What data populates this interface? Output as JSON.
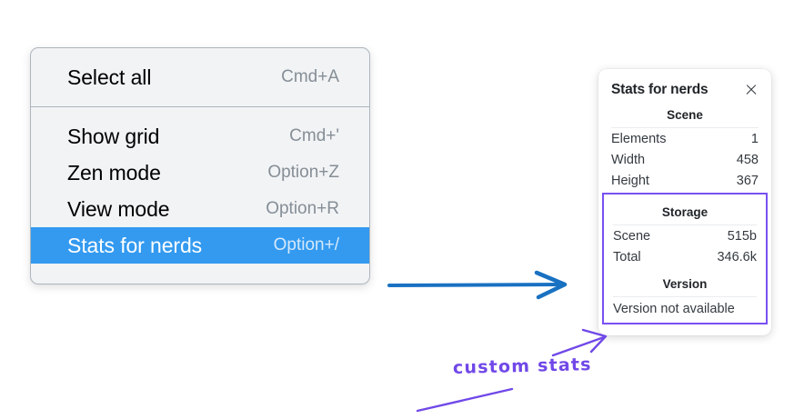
{
  "menu": {
    "sections": [
      {
        "items": [
          {
            "label": "Select all",
            "shortcut": "Cmd+A",
            "selected": false
          }
        ]
      },
      {
        "items": [
          {
            "label": "Show grid",
            "shortcut": "Cmd+'",
            "selected": false
          },
          {
            "label": "Zen mode",
            "shortcut": "Option+Z",
            "selected": false
          },
          {
            "label": "View mode",
            "shortcut": "Option+R",
            "selected": false
          },
          {
            "label": "Stats for nerds",
            "shortcut": "Option+/",
            "selected": true
          }
        ]
      }
    ]
  },
  "stats_panel": {
    "title": "Stats for nerds",
    "close_icon": "close-icon",
    "scene": {
      "heading": "Scene",
      "rows": [
        {
          "label": "Elements",
          "value": "1"
        },
        {
          "label": "Width",
          "value": "458"
        },
        {
          "label": "Height",
          "value": "367"
        }
      ]
    },
    "storage": {
      "heading": "Storage",
      "rows": [
        {
          "label": "Scene",
          "value": "515b"
        },
        {
          "label": "Total",
          "value": "346.6k"
        }
      ]
    },
    "version": {
      "heading": "Version",
      "text": "Version not available"
    }
  },
  "annotations": {
    "handwritten_note": "custom stats",
    "blue_arrow_color": "#1971c2",
    "purple_arrow_color": "#7048e8",
    "highlight_box_color": "#7950f2",
    "menu_selected_color": "#339af0"
  }
}
